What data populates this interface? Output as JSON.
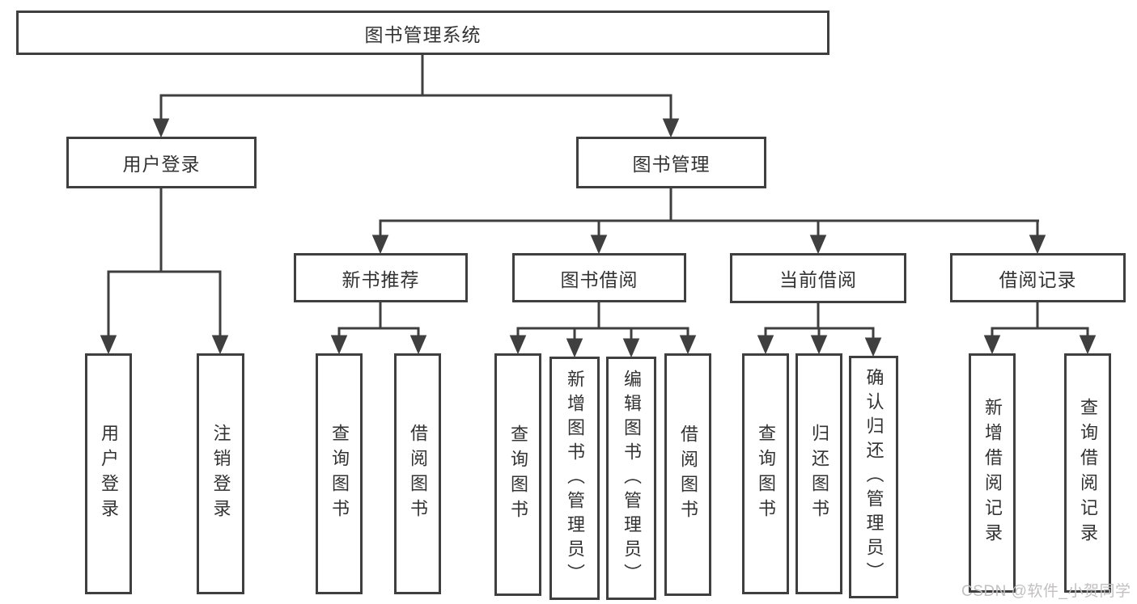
{
  "root": {
    "label": "图书管理系统"
  },
  "level2": {
    "user_login": {
      "label": "用户登录"
    },
    "book_management": {
      "label": "图书管理"
    }
  },
  "level3": {
    "new_book_recommend": {
      "label": "新书推荐"
    },
    "book_borrowing": {
      "label": "图书借阅"
    },
    "current_borrowing": {
      "label": "当前借阅"
    },
    "borrowing_records": {
      "label": "借阅记录"
    }
  },
  "leaves": {
    "user_login": [
      "用户登录",
      "注销登录"
    ],
    "new_book_recommend": [
      "查询图书",
      "借阅图书"
    ],
    "book_borrowing": [
      "查询图书",
      "新增图书（管理员）",
      "编辑图书（管理员）",
      "借阅图书"
    ],
    "current_borrowing": [
      "查询图书",
      "归还图书",
      "确认归还（管理员）"
    ],
    "borrowing_records": [
      "新增借阅记录",
      "查询借阅记录"
    ]
  },
  "watermark": {
    "text": "CSDN @软件_小贺同学"
  },
  "colors": {
    "line": "#3f3f3f",
    "text": "#333333",
    "box_background": "#ffffff",
    "page_background": "#ffffff",
    "watermark": "#c1bfbf"
  }
}
